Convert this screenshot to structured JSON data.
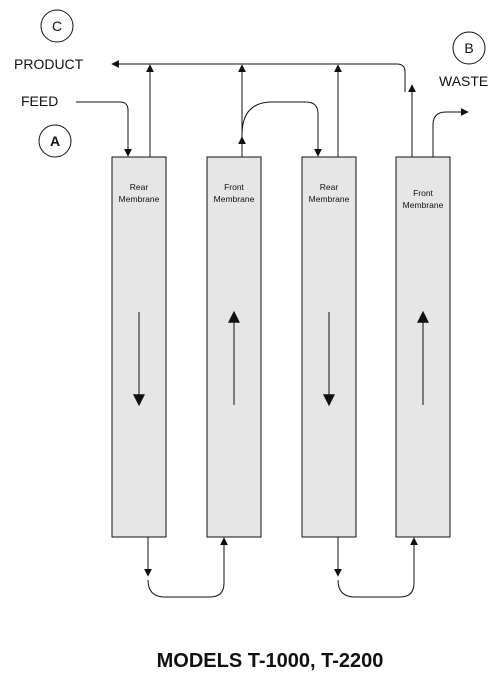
{
  "labels": {
    "product": "PRODUCT",
    "feed": "FEED",
    "waste": "WASTE"
  },
  "markers": {
    "a": "A",
    "b": "B",
    "c": "C"
  },
  "membranes": [
    {
      "line1": "Rear",
      "line2": "Membrane",
      "flow": "down"
    },
    {
      "line1": "Front",
      "line2": "Membrane",
      "flow": "up"
    },
    {
      "line1": "Rear",
      "line2": "Membrane",
      "flow": "down"
    },
    {
      "line1": "Front",
      "line2": "Membrane",
      "flow": "up"
    }
  ],
  "title": "MODELS T-1000, T-2200",
  "colors": {
    "membrane_fill": "#e6e6e6",
    "line": "#111111"
  }
}
